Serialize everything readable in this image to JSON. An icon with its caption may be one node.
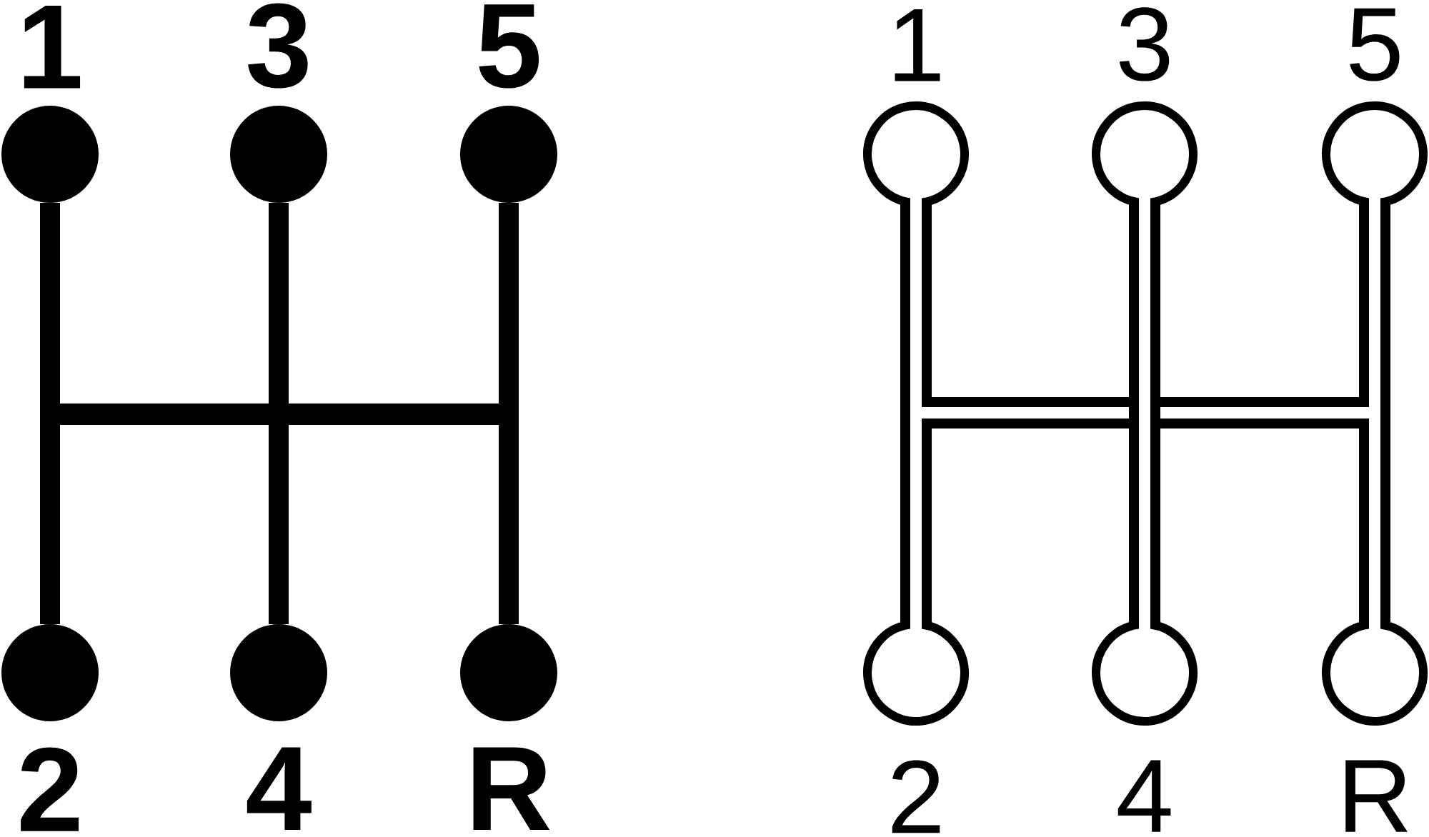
{
  "diagram": {
    "nodes": [
      {
        "text": [
          "1"
        ]
      },
      {
        "text": [
          "3"
        ]
      },
      {
        "text": [
          "5"
        ]
      },
      {
        "text": [
          "2"
        ]
      },
      {
        "text": [
          "4"
        ]
      },
      {
        "text": [
          "R"
        ]
      },
      {
        "text": [
          "1"
        ]
      },
      {
        "text": [
          "3"
        ]
      },
      {
        "text": [
          "5"
        ]
      },
      {
        "text": [
          "2"
        ]
      },
      {
        "text": [
          "4"
        ]
      },
      {
        "text": [
          "R"
        ]
      }
    ],
    "edges": [
      {
        "from": 0,
        "to": 3,
        "arrow": "none",
        "style": "thick"
      },
      {
        "from": 1,
        "to": 4,
        "arrow": "none",
        "style": "thick"
      },
      {
        "from": 2,
        "to": 5,
        "arrow": "none",
        "style": "thick"
      },
      {
        "from": 6,
        "to": 9,
        "arrow": "none"
      },
      {
        "from": 7,
        "to": 10,
        "arrow": "none"
      },
      {
        "from": 8,
        "to": 11,
        "arrow": "none"
      }
    ]
  }
}
